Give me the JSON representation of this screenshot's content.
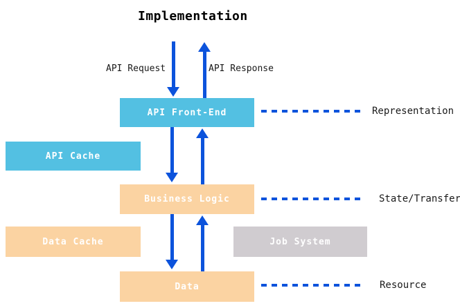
{
  "colors": {
    "blue_box": "#53C0E2",
    "orange_box": "#FBD3A2",
    "gray_box": "#D0CCD0",
    "arrow_blue": "#0C53DC",
    "title_text": "#000000",
    "label_text": "#1A1A1A",
    "box_text": "#FFFFFF"
  },
  "title": "Implementation",
  "flow_labels": {
    "request": "API Request",
    "response": "API Response"
  },
  "boxes": {
    "api_front_end": {
      "label": "API Front-End"
    },
    "api_cache": {
      "label": "API Cache"
    },
    "business_logic": {
      "label": "Business Logic"
    },
    "data_cache": {
      "label": "Data Cache"
    },
    "job_system": {
      "label": "Job System"
    },
    "data": {
      "label": "Data"
    }
  },
  "layers": {
    "representation": "Representation",
    "state_transfer": "State/Transfer",
    "resource": "Resource"
  }
}
